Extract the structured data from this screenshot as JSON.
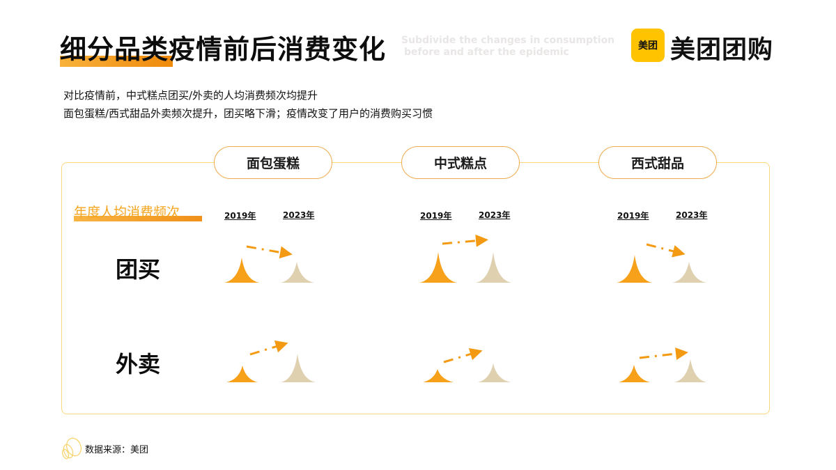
{
  "header": {
    "title": "细分品类疫情前后消费变化",
    "subtitle_line1": "Subdivide the changes in consumption",
    "subtitle_line2": "before and after the epidemic",
    "logo_badge": "美团",
    "logo_text": "美团团购",
    "accent_color": "#f39a12"
  },
  "description": {
    "line1": "对比疫情前，中式糕点团买/外卖的人均消费频次均提升",
    "line2": "面包蛋糕/西式甜品外卖频次提升，团买略下滑；疫情改变了用户的消费购买习惯"
  },
  "panel": {
    "metric_label": "年度人均消费频次",
    "categories": [
      "面包蛋糕",
      "中式糕点",
      "西式甜品"
    ],
    "years": [
      "2019年",
      "2023年"
    ],
    "rows": [
      "团买",
      "外卖"
    ]
  },
  "footer": {
    "source": "数据来源：美团"
  },
  "chart_data": {
    "type": "pictogram",
    "title": "细分品类疫情前后消费变化",
    "metric": "年度人均消费频次",
    "categories": [
      "面包蛋糕",
      "中式糕点",
      "西式甜品"
    ],
    "x": [
      "2019年",
      "2023年"
    ],
    "colors": {
      "2019年": "#f7a01a",
      "2023年": "#dfd0b0"
    },
    "note": "Relative peak heights read from pictograms (arbitrary units, 2019 baseline shapes)",
    "series": [
      {
        "name": "团买",
        "values": {
          "面包蛋糕": {
            "2019年": 36,
            "2023年": 30,
            "trend": "down"
          },
          "中式糕点": {
            "2019年": 44,
            "2023年": 44,
            "trend": "up"
          },
          "西式甜品": {
            "2019年": 40,
            "2023年": 30,
            "trend": "down"
          }
        }
      },
      {
        "name": "外卖",
        "values": {
          "面包蛋糕": {
            "2019年": 24,
            "2023年": 42,
            "trend": "up"
          },
          "中式糕点": {
            "2019年": 18,
            "2023年": 28,
            "trend": "up"
          },
          "西式甜品": {
            "2019年": 24,
            "2023年": 34,
            "trend": "up"
          }
        }
      }
    ]
  }
}
